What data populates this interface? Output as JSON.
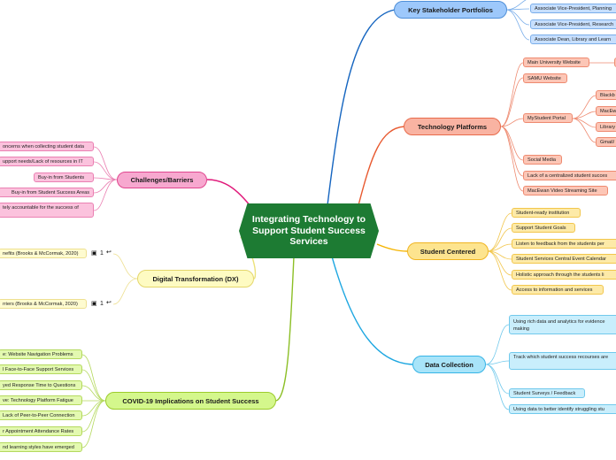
{
  "center": "Integrating Technology to Support Student Success Services",
  "stakeholders": {
    "title": "Key Stakeholder Portfolios",
    "items": [
      "Associate Vice-President, Planning",
      "Associate Vice-President, Research",
      "Associate Dean, Library and Learn"
    ]
  },
  "platforms": {
    "title": "Technology Platforms",
    "items": [
      "Main University Website",
      "SAMU Website",
      "MyStudent Portal",
      "Social Media",
      "Lack of a centralized student succes",
      "MacEwan Video Streaming Site"
    ],
    "portal_items": [
      "Blackb",
      "MacEw",
      "Library",
      "Gmail/"
    ]
  },
  "student_centered": {
    "title": "Student Centered",
    "items": [
      "Student-ready institution",
      "Support Student Goals",
      "Listen to feedback from the students per",
      "Student Services Central Event Calendar",
      "Holistic approach through the students li",
      "Access to information and services"
    ]
  },
  "data_collection": {
    "title": "Data Collection",
    "items": [
      "Using rich data and analytics for evidence making",
      "Track which student success recourses are",
      "Student Surveys / Feedback",
      "Using data to better identify struggling stu"
    ]
  },
  "challenges": {
    "title": "Challenges/Barriers",
    "items": [
      "oncerns when collecting student data",
      "upport needs/Lack of resources in IT",
      "Buy-in from Students",
      "Buy-in from Student Success Areas",
      "tely accountable for the success of"
    ]
  },
  "dx": {
    "title": "Digital Transformation (DX)",
    "items": [
      "nefits (Brooks & McCormak, 2020)",
      "rriers (Brooks & McCormak, 2020)"
    ],
    "count_label": "1"
  },
  "covid": {
    "title": "COVID-19 Implications on Student Success",
    "items": [
      "e:  Website Navigation Problems",
      "l Face-to-Face Support Services",
      "yed Response Time to Questions",
      "ve: Technology Platform Fatigue",
      "Lack of Peer-to-Peer Connection",
      "r Appointment Attendance Rates",
      "nd learning styles have emerged"
    ]
  },
  "colors": {
    "blue": "#1565c0",
    "red": "#e8592f",
    "yellow": "#f5b400",
    "cyan": "#1ea7e1",
    "pink": "#e0197a",
    "lightyellow": "#ece27a",
    "green": "#8cbf26"
  }
}
